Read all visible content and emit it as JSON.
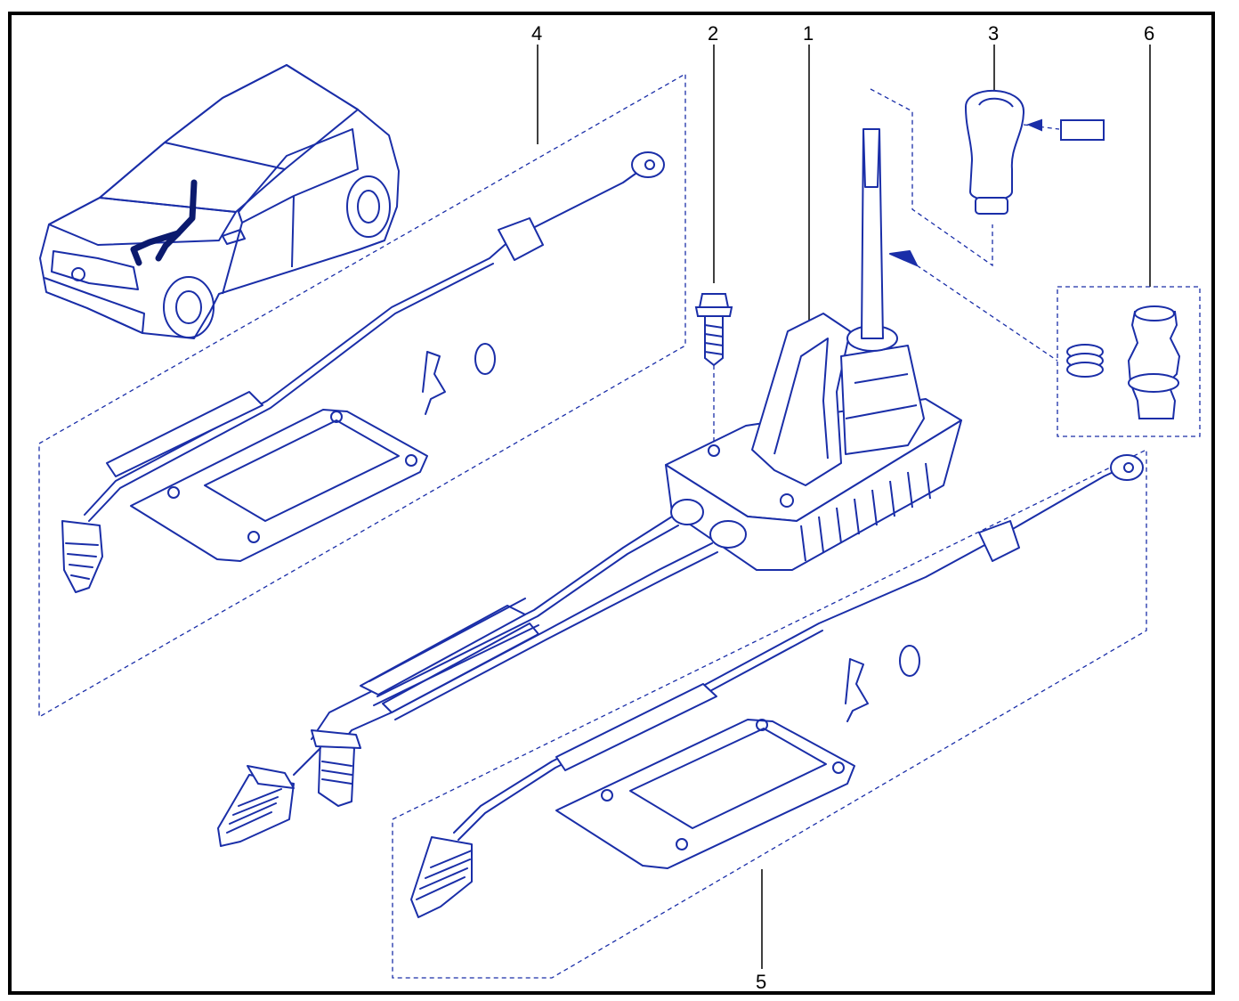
{
  "colors": {
    "line": "#1a2ea8",
    "frame": "#000000",
    "label": "#000000",
    "background": "#ffffff",
    "car_detail": "#0b1a6e"
  },
  "callouts": {
    "c1": "1",
    "c2": "2",
    "c3": "3",
    "c4": "4",
    "c5": "5",
    "c6": "6"
  }
}
